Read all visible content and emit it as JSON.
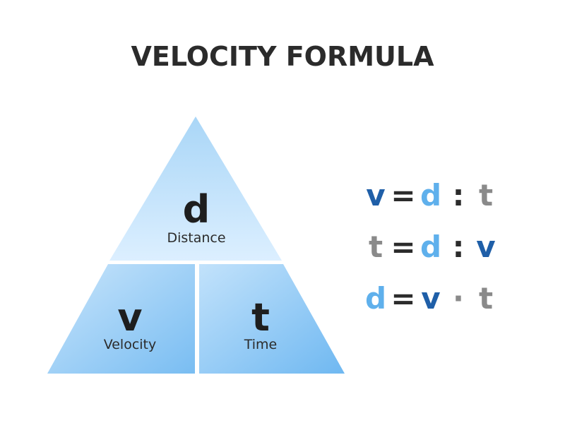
{
  "title": "VELOCITY FORMULA",
  "triangle": {
    "top": {
      "symbol": "d",
      "label": "Distance"
    },
    "left": {
      "symbol": "v",
      "label": "Velocity"
    },
    "right": {
      "symbol": "t",
      "label": "Time"
    }
  },
  "formulas": [
    {
      "lhs": "v",
      "eq": "=",
      "a": "d",
      "op": ":",
      "b": "t"
    },
    {
      "lhs": "t",
      "eq": "=",
      "a": "d",
      "op": ":",
      "b": "v"
    },
    {
      "lhs": "d",
      "eq": "=",
      "a": "v",
      "op": "·",
      "b": "t"
    }
  ],
  "colors": {
    "title": "#2b2b2b",
    "triangle_light": "#dff0fc",
    "triangle_dark": "#6cb6f0",
    "divider": "#ffffff",
    "velocity": "#1f5fa8",
    "distance": "#5fb0ec",
    "time": "#8a8a8a",
    "operator": "#2b2b2b"
  }
}
